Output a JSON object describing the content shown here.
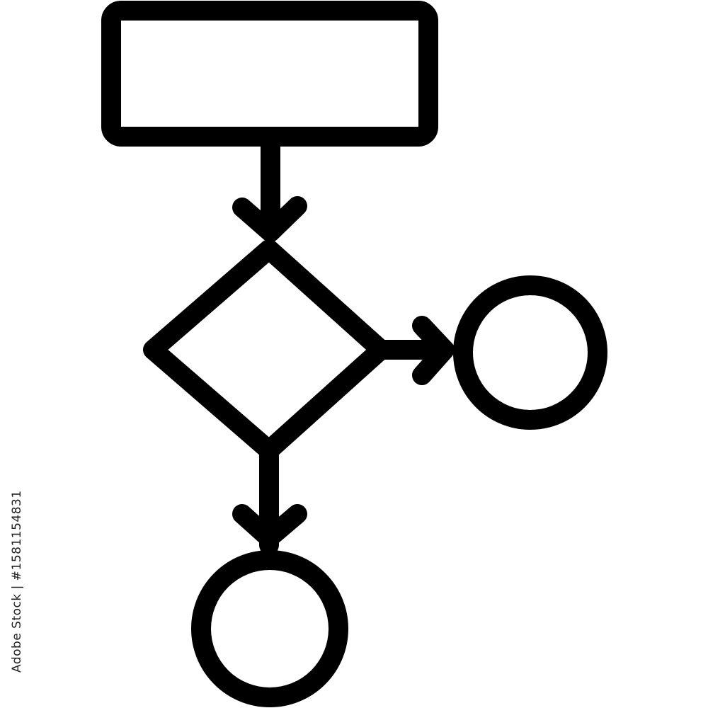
{
  "diagram": {
    "type": "flowchart-icon",
    "stroke_color": "#000000",
    "background_color": "#ffffff",
    "nodes": [
      {
        "id": "process",
        "shape": "rectangle"
      },
      {
        "id": "decision",
        "shape": "diamond"
      },
      {
        "id": "end-right",
        "shape": "circle"
      },
      {
        "id": "end-bottom",
        "shape": "circle"
      }
    ],
    "edges": [
      {
        "from": "process",
        "to": "decision"
      },
      {
        "from": "decision",
        "to": "end-right"
      },
      {
        "from": "decision",
        "to": "end-bottom"
      }
    ]
  },
  "watermark": {
    "stock_id": "Adobe Stock | #1581154831"
  }
}
